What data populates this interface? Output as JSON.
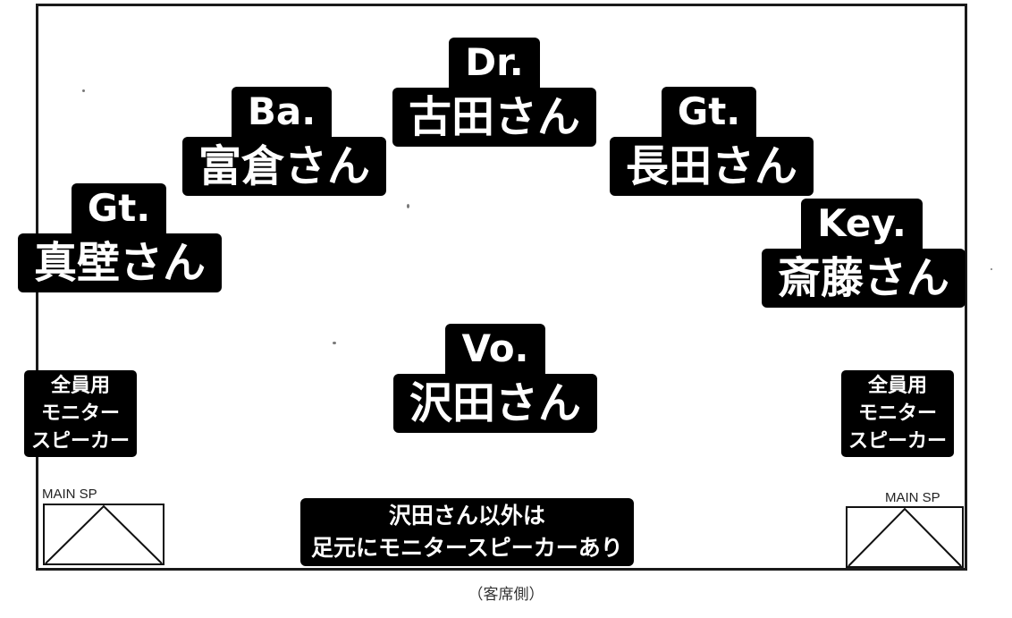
{
  "members": {
    "drums": {
      "role": "Dr.",
      "name": "古田さん"
    },
    "bass": {
      "role": "Ba.",
      "name": "富倉さん"
    },
    "guitar_l": {
      "role": "Gt.",
      "name": "真壁さん"
    },
    "guitar_r": {
      "role": "Gt.",
      "name": "長田さん"
    },
    "keyboard": {
      "role": "Key.",
      "name": "斎藤さん"
    },
    "vocal": {
      "role": "Vo.",
      "name": "沢田さん"
    }
  },
  "monitor_left": {
    "line1": "全員用",
    "line2": "モニター",
    "line3": "スピーカー"
  },
  "monitor_right": {
    "line1": "全員用",
    "line2": "モニター",
    "line3": "スピーカー"
  },
  "main_sp_left": {
    "label": "MAIN SP"
  },
  "main_sp_right": {
    "label": "MAIN SP"
  },
  "note": {
    "line1": "沢田さん以外は",
    "line2": "足元にモニタースピーカーあり"
  },
  "audience_label": "（客席側）"
}
